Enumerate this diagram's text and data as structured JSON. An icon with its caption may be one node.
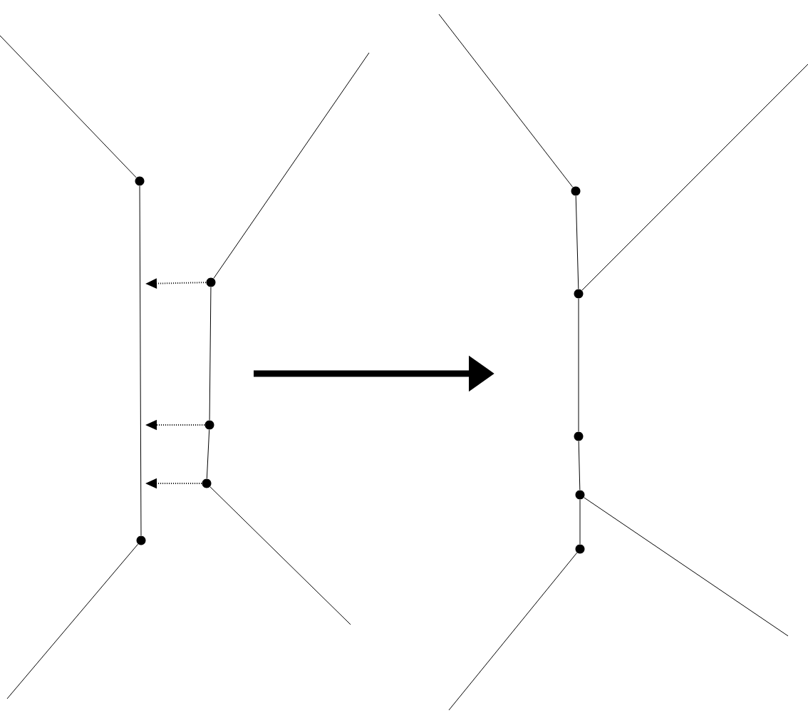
{
  "diagram": {
    "nodes": [
      {
        "text": [],
        "shape": "circle"
      },
      {
        "text": [],
        "shape": "circle"
      },
      {
        "text": [],
        "shape": "circle"
      },
      {
        "text": [],
        "shape": "circle"
      },
      {
        "text": [],
        "shape": "circle"
      },
      {
        "text": [],
        "shape": "circle"
      },
      {
        "text": [],
        "shape": "circle"
      },
      {
        "text": [],
        "shape": "circle"
      },
      {
        "text": [],
        "shape": "circle"
      },
      {
        "text": [],
        "shape": "circle"
      }
    ],
    "edges": [
      {
        "from": null,
        "to": 0,
        "arrow": "none"
      },
      {
        "from": 0,
        "to": 1,
        "arrow": "none"
      },
      {
        "from": 1,
        "to": null,
        "arrow": "none"
      },
      {
        "from": 2,
        "to": null,
        "arrow": "none"
      },
      {
        "from": 2,
        "to": 3,
        "arrow": "none"
      },
      {
        "from": 3,
        "to": 4,
        "arrow": "none"
      },
      {
        "from": 4,
        "to": null,
        "arrow": "none"
      },
      {
        "from": 2,
        "to": null,
        "arrow": "to",
        "style": "dashed"
      },
      {
        "from": 3,
        "to": null,
        "arrow": "to",
        "style": "dashed"
      },
      {
        "from": 4,
        "to": null,
        "arrow": "to",
        "style": "dashed"
      },
      {
        "from": null,
        "to": 5,
        "arrow": "none"
      },
      {
        "from": 5,
        "to": 6,
        "arrow": "none"
      },
      {
        "from": 6,
        "to": null,
        "arrow": "none"
      },
      {
        "from": 6,
        "to": 7,
        "arrow": "none"
      },
      {
        "from": 7,
        "to": 8,
        "arrow": "none"
      },
      {
        "from": 8,
        "to": null,
        "arrow": "none"
      },
      {
        "from": 8,
        "to": 9,
        "arrow": "none"
      },
      {
        "from": 9,
        "to": null,
        "arrow": "none"
      }
    ]
  }
}
